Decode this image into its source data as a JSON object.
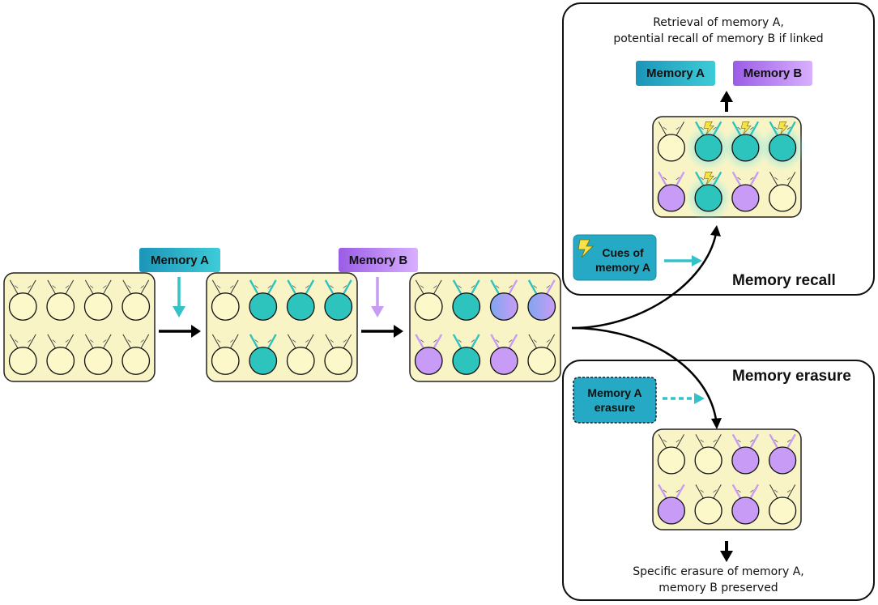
{
  "labels": {
    "memory_a": "Memory A",
    "memory_b": "Memory B",
    "recall_memory_a": "Memory A",
    "recall_memory_b": "Memory B",
    "cues_line1": "Cues of",
    "cues_line2": "memory A",
    "erasure_line1": "Memory A",
    "erasure_line2": "erasure"
  },
  "panels": {
    "recall": {
      "title": "Memory recall",
      "caption_line1": "Retrieval of memory A,",
      "caption_line2": "potential recall of memory B if linked"
    },
    "erasure": {
      "title": "Memory erasure",
      "caption_line1": "Specific erasure of memory A,",
      "caption_line2": "memory B preserved"
    }
  },
  "colors": {
    "engram_a": "#2ec4be",
    "engram_b": "#c89cf6",
    "neutral_cell": "#fdf8c9",
    "grid_bg": "#f9f4c5",
    "arrow_a": "#33c2c8",
    "arrow_b": "#c79cf2"
  },
  "grids": [
    {
      "name": "naive",
      "cells": [
        "n",
        "n",
        "n",
        "n",
        "n",
        "n",
        "n",
        "n"
      ]
    },
    {
      "name": "after-memory-a",
      "cells": [
        "n",
        "a",
        "a",
        "a",
        "n",
        "a",
        "n",
        "n"
      ]
    },
    {
      "name": "after-memory-b",
      "cells": [
        "n",
        "a",
        "ab",
        "ab",
        "b",
        "a",
        "b",
        "n"
      ]
    },
    {
      "name": "recall",
      "cells": [
        "n",
        "a",
        "a",
        "a",
        "b",
        "a",
        "b",
        "n"
      ],
      "cued": [
        1,
        2,
        3,
        5
      ]
    },
    {
      "name": "erasure",
      "cells": [
        "n",
        "n",
        "b",
        "b",
        "b",
        "n",
        "b",
        "n"
      ]
    }
  ],
  "icons": [
    "lightning-icon",
    "neuron-cell-icon",
    "arrow-icon"
  ]
}
